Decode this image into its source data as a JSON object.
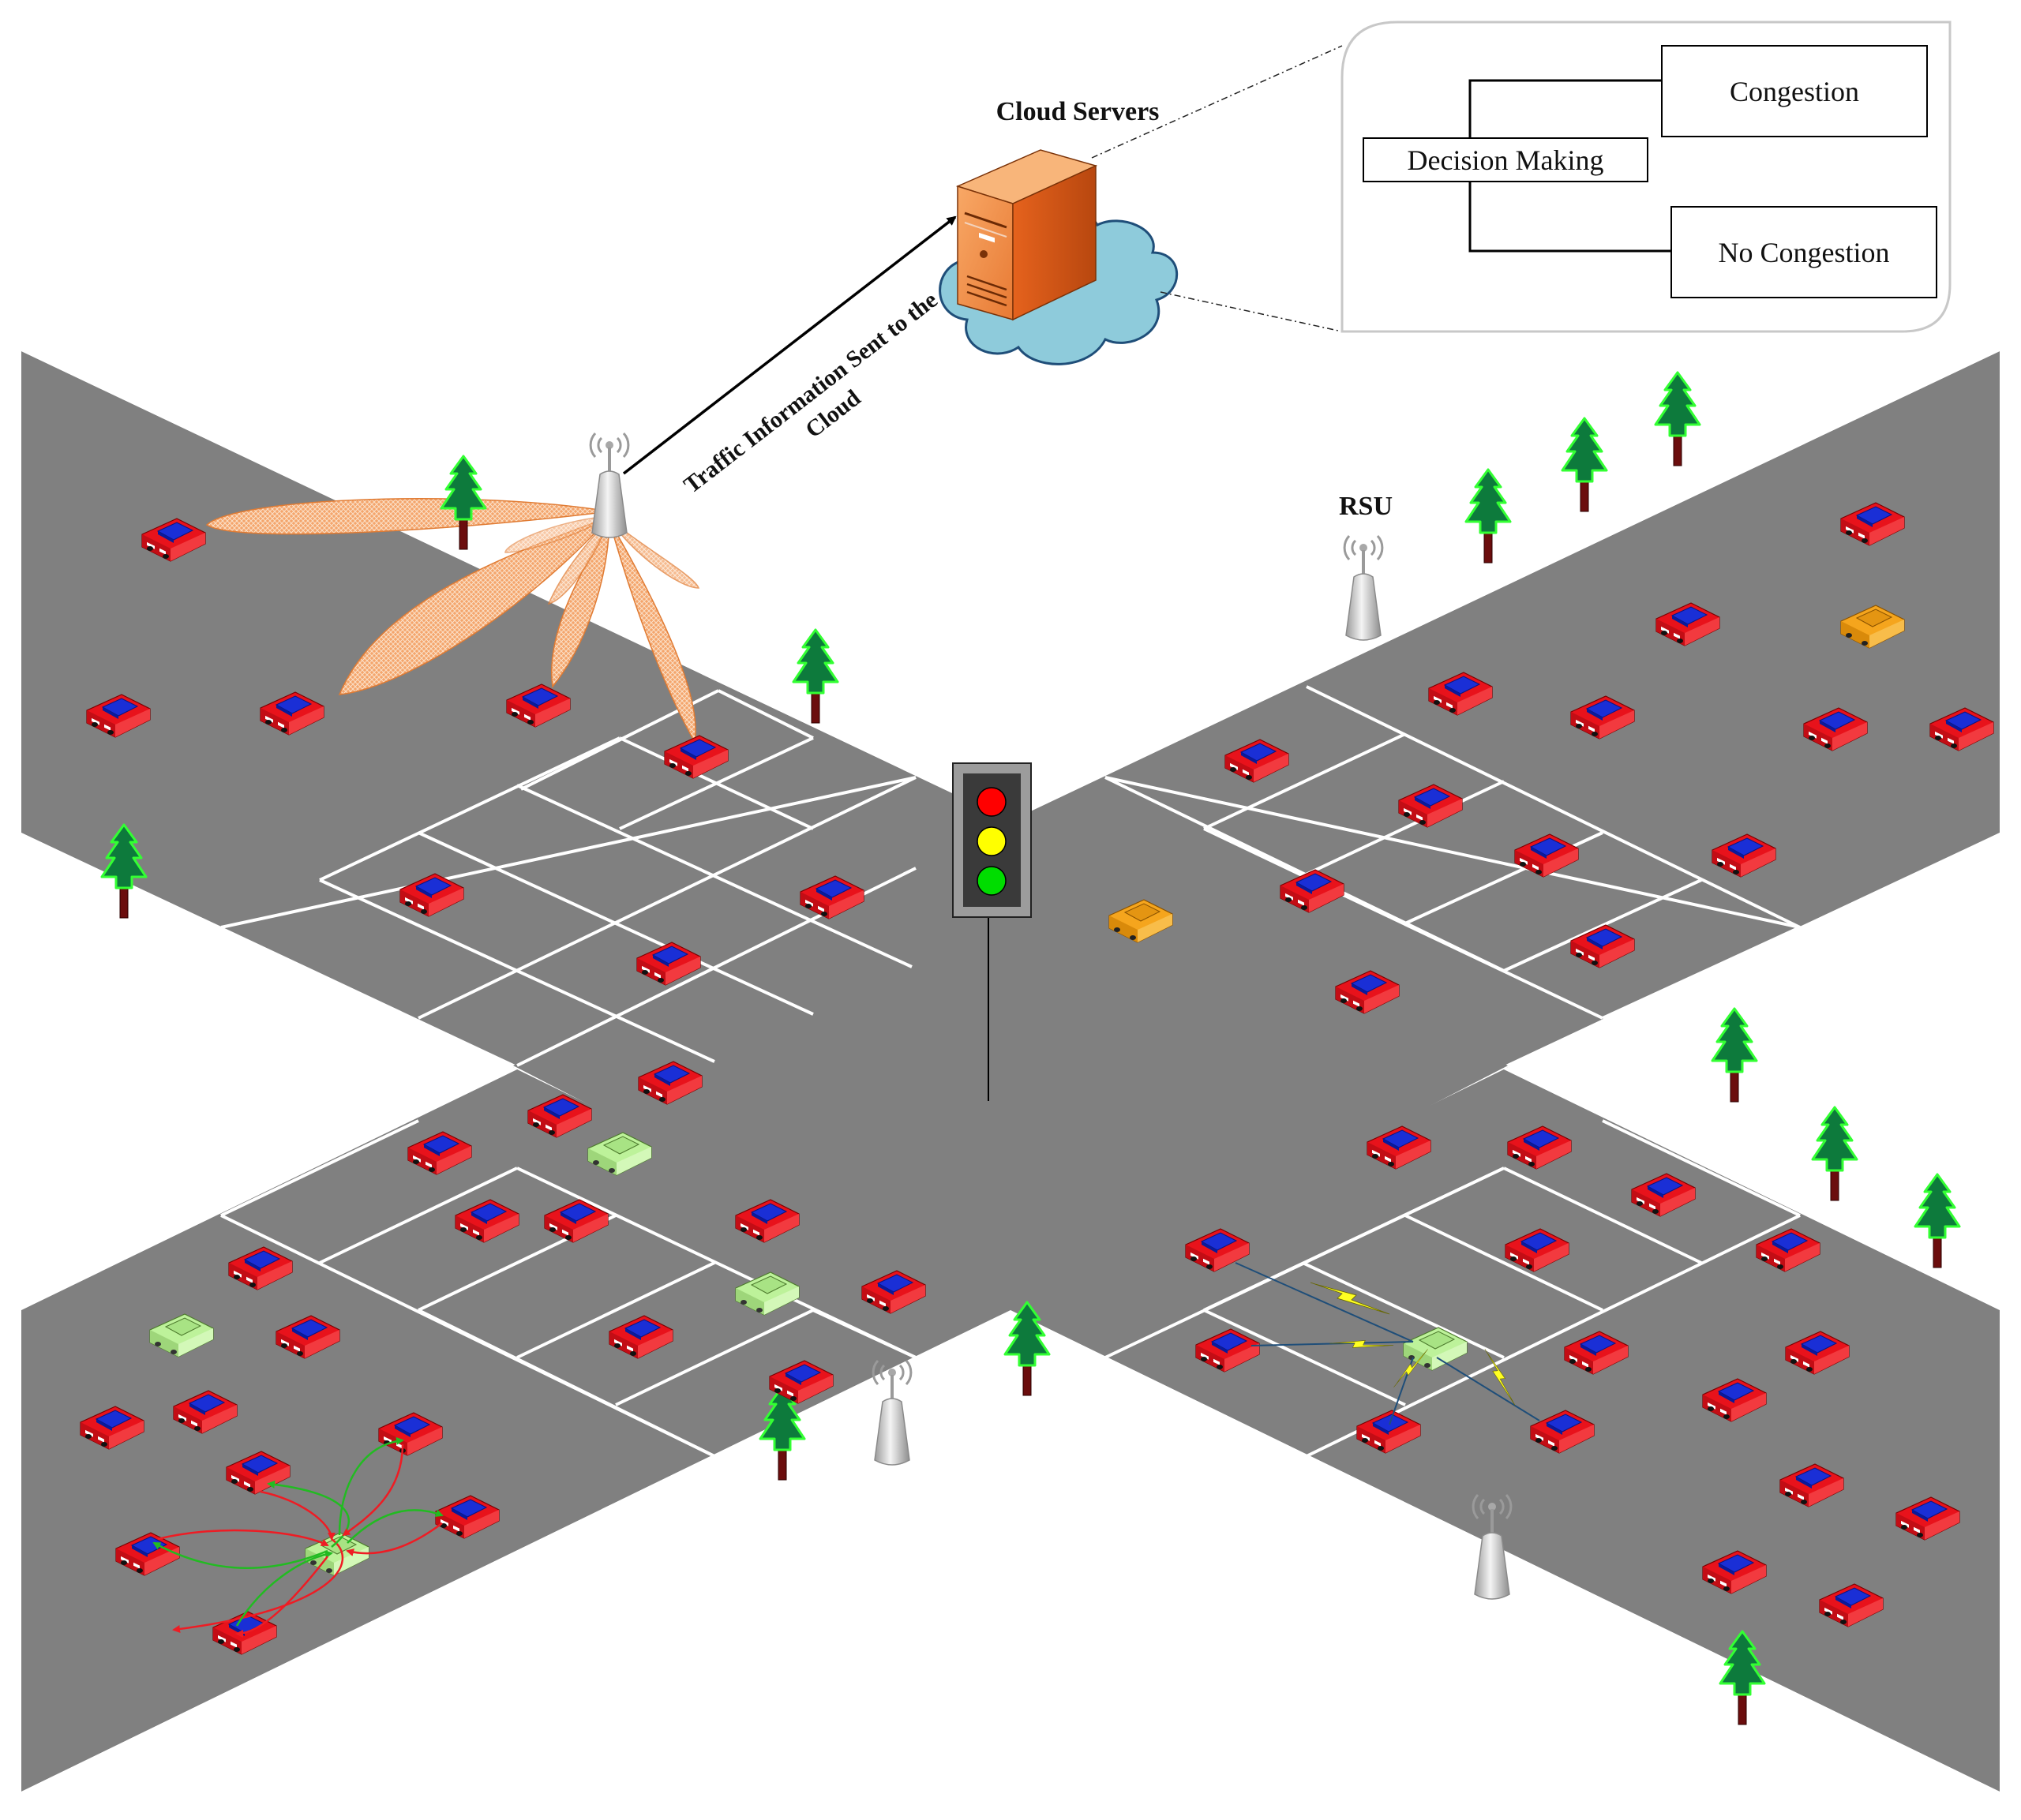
{
  "labels": {
    "cloud_servers": "Cloud Servers",
    "rsu": "RSU",
    "arrow_line1": "Traffic Information Sent to the",
    "arrow_line2": "Cloud"
  },
  "decision": {
    "root": "Decision Making",
    "option_yes": "Congestion",
    "option_no": "No Congestion"
  },
  "traffic_light": {
    "top": "red",
    "middle": "yellow",
    "bottom": "green"
  },
  "colors": {
    "road": "#808080",
    "lane_marking": "#ffffff",
    "car_primary": "#e8121b",
    "car_cabin": "#1a2fd6",
    "car_green": "#bdf29a",
    "car_yellow": "#f5a51d",
    "tree": "#0d7a3c",
    "tree_outline": "#33ff33",
    "trunk": "#6b0d0d",
    "cloud": "#8ecbdb",
    "server": "#e8742a",
    "beam": "#f4a56c",
    "red_light": "#ff0000",
    "yellow_light": "#ffff00",
    "green_light": "#00dd00"
  },
  "icons": [
    "cloud-icon",
    "server-icon",
    "rsu-antenna-icon",
    "tree-icon",
    "car-icon",
    "traffic-light-icon",
    "lightning-icon"
  ]
}
